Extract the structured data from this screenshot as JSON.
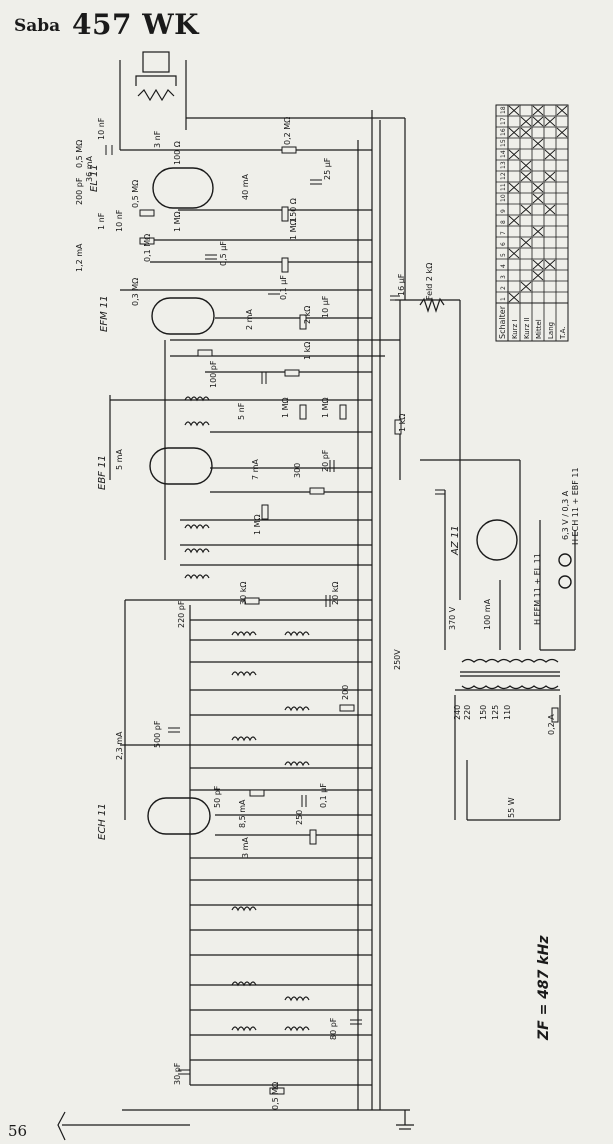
{
  "header": {
    "brand": "Saba",
    "model": "457 WK"
  },
  "page_number": "56",
  "tubes": [
    "EL 11",
    "EFM 11",
    "EBF 11",
    "ECH 11",
    "AZ 11"
  ],
  "if_frequency": "ZF = 487 kHz",
  "rails": {
    "b_plus": "250V",
    "trafo_hv": "370 V"
  },
  "currents": [
    "36 mA",
    "40 mA",
    "1,2 mA",
    "2 mA",
    "5 mA",
    "7 mA",
    "2,3 mA",
    "8,5 mA",
    "3 mA",
    "100 mA"
  ],
  "resistor_labels": [
    "0,2 MΩ",
    "0,5 MΩ",
    "100 Ω",
    "0,5 MΩ",
    "150 Ω",
    "1 MΩ",
    "1 MΩ",
    "0,1 MΩ",
    "0,3 MΩ",
    "2 kΩ",
    "1 kΩ",
    "1 kΩ",
    "1 MΩ",
    "1 MΩ",
    "300",
    "1 MΩ",
    "30 kΩ",
    "20 kΩ",
    "200",
    "250",
    "0,5 MΩ"
  ],
  "capacitor_labels": [
    "3 nF",
    "10 nF",
    "25 µF",
    "200 pF",
    "1 nF",
    "10 nF",
    "0,5 µF",
    "0,1 µF",
    "10 µF",
    "100 pF",
    "5 nF",
    "20 pF",
    "220 pF",
    "500 pF",
    "50 pF",
    "0,1 µF",
    "30 pF",
    "80 pF"
  ],
  "power": {
    "fuse": "0,2 A",
    "taps": [
      "240",
      "220",
      "150",
      "125",
      "110"
    ],
    "power_rating": "55 W",
    "field_coil": "Feld 2 kΩ",
    "filter_cap": "16 µF",
    "dial_lamp": "6,3 V / 0,3 A",
    "heater_note": "H ECH 11 + EBF 11",
    "heater_note2": "H EFM 11 + EL 11"
  },
  "switch_table": {
    "header_label": "Schalter",
    "columns": [
      "1",
      "2",
      "3",
      "4",
      "5",
      "6",
      "7",
      "8",
      "9",
      "10",
      "11",
      "12",
      "13",
      "14",
      "15",
      "16",
      "17",
      "18"
    ],
    "rows": [
      {
        "label": "Kurz I",
        "marks": [
          1,
          0,
          0,
          0,
          1,
          0,
          0,
          1,
          0,
          0,
          1,
          0,
          0,
          1,
          0,
          1,
          0,
          1
        ]
      },
      {
        "label": "Kurz II",
        "marks": [
          0,
          1,
          0,
          0,
          0,
          1,
          0,
          0,
          1,
          0,
          0,
          1,
          1,
          0,
          0,
          1,
          1,
          0
        ]
      },
      {
        "label": "Mittel",
        "marks": [
          0,
          0,
          1,
          1,
          0,
          0,
          1,
          0,
          0,
          1,
          1,
          0,
          0,
          0,
          1,
          0,
          1,
          1
        ]
      },
      {
        "label": "Lang",
        "marks": [
          0,
          0,
          0,
          1,
          0,
          0,
          0,
          0,
          1,
          0,
          0,
          1,
          0,
          1,
          0,
          0,
          1,
          0
        ]
      },
      {
        "label": "T.A.",
        "marks": [
          0,
          0,
          0,
          0,
          0,
          0,
          0,
          0,
          0,
          0,
          0,
          0,
          0,
          0,
          0,
          1,
          0,
          1
        ]
      }
    ]
  }
}
